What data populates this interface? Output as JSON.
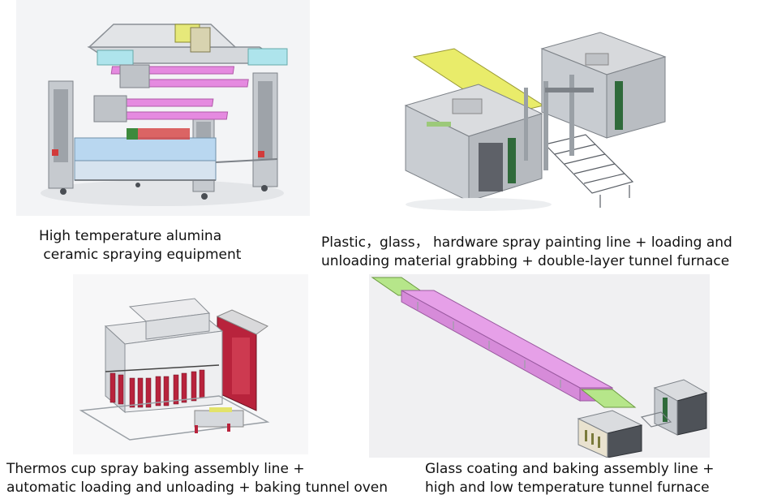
{
  "panels": [
    {
      "id": "p1",
      "caption": [
        "High temperature alumina",
        " ceramic spraying equipment"
      ]
    },
    {
      "id": "p2",
      "caption": [
        "Plastic，glass， hardware spray painting line + loading and",
        "unloading material grabbing + double-layer tunnel furnace"
      ]
    },
    {
      "id": "p3",
      "caption": [
        "Thermos cup spray baking assembly line +",
        "automatic loading and unloading + baking tunnel oven"
      ]
    },
    {
      "id": "p4",
      "caption": [
        "Glass coating and baking assembly line +",
        "high and low temperature tunnel furnace"
      ]
    }
  ],
  "colors": {
    "frame_grey": "#c8ccd2",
    "frame_dark": "#7d8288",
    "pink_rail": "#e58ae0",
    "cyan_panel": "#aee4ec",
    "yellow_conveyor": "#e9ec6a",
    "tunnel_pink": "#e6a0e8",
    "green_belt": "#b6e68a",
    "red_booth": "#b8233c",
    "dark_green": "#2f6a3a"
  }
}
